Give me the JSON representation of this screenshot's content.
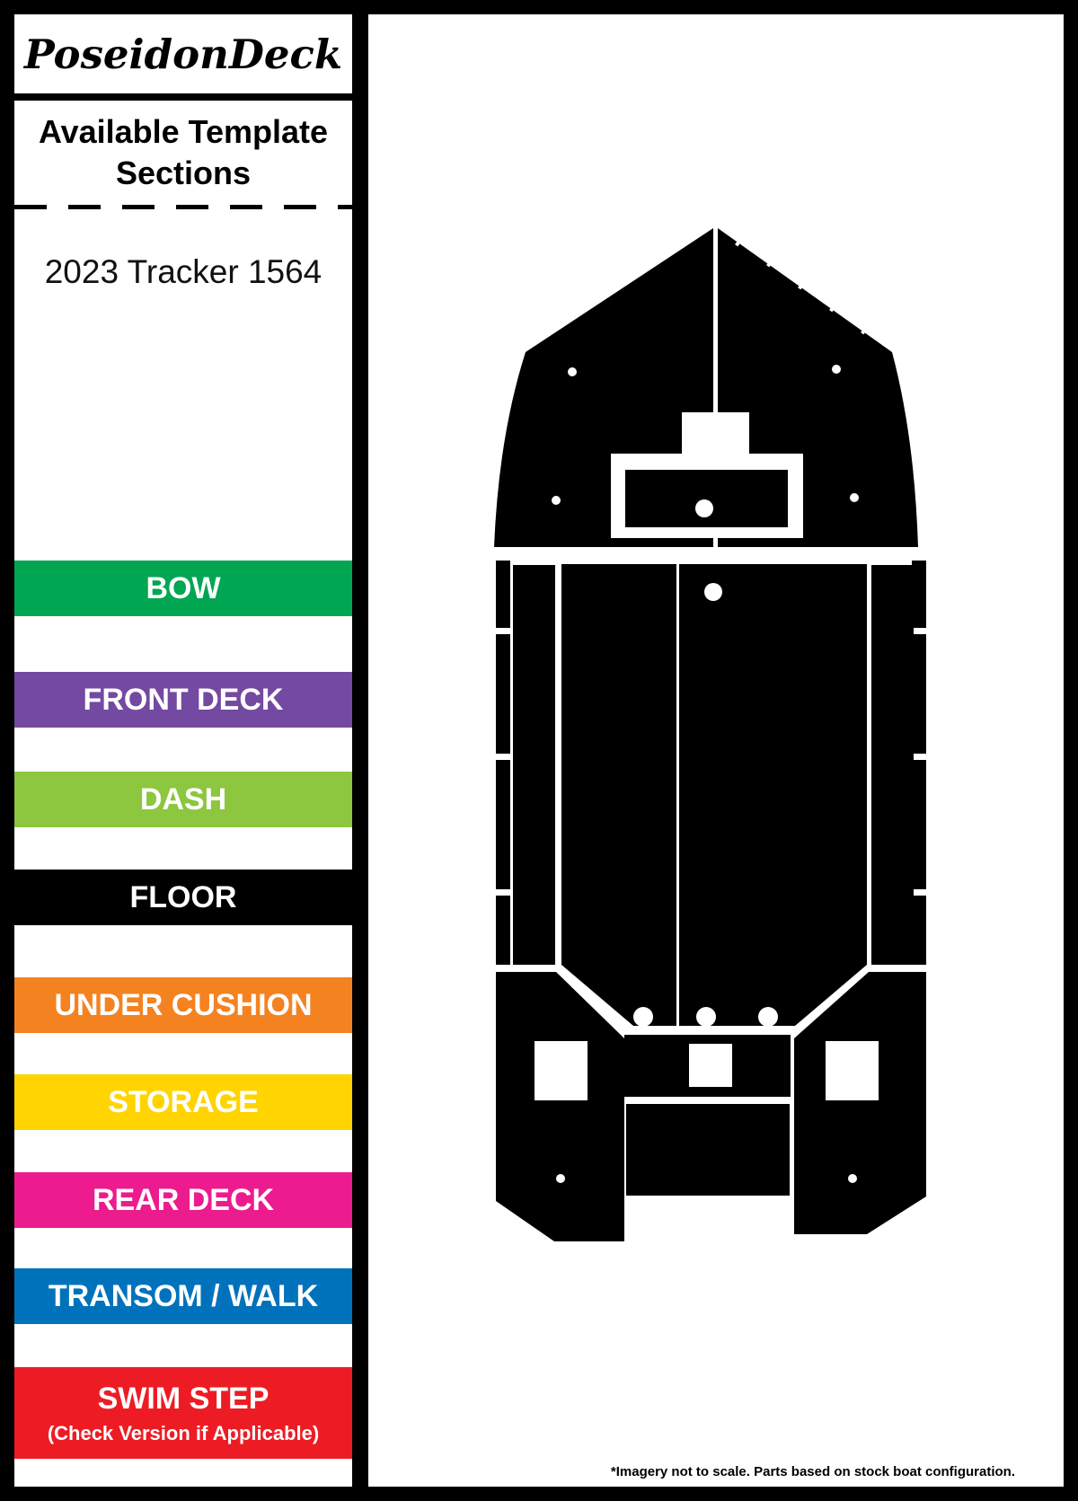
{
  "brand": {
    "name": "PoseidonDeck"
  },
  "sidebar": {
    "heading": "Available Template Sections",
    "model": "2023 Tracker 1564",
    "sections": [
      {
        "label": "BOW",
        "color": "#00a651"
      },
      {
        "label": "FRONT DECK",
        "color": "#7449a1"
      },
      {
        "label": "DASH",
        "color": "#8dc63f"
      },
      {
        "label": "FLOOR",
        "color": "#000000"
      },
      {
        "label": "UNDER CUSHION",
        "color": "#f58220"
      },
      {
        "label": "STORAGE",
        "color": "#ffd400"
      },
      {
        "label": "REAR DECK",
        "color": "#ec1c8f"
      },
      {
        "label": "TRANSOM / WALK",
        "color": "#0072bc"
      },
      {
        "label": "SWIM STEP",
        "sublabel": "(Check Version if Applicable)",
        "color": "#ed1c24"
      }
    ]
  },
  "main": {
    "footnote": "*Imagery not to scale. Parts based on stock boat configuration.",
    "pad_color": "#000000"
  }
}
